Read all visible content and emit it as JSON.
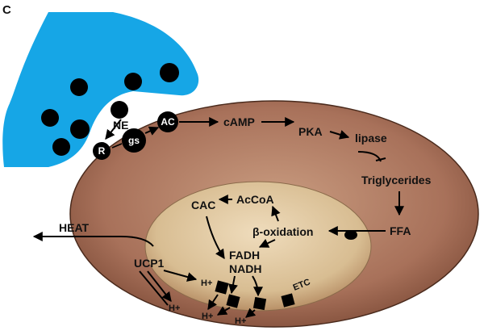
{
  "panel_letter": "C",
  "nerve": {
    "transmitter": "NE"
  },
  "receptor_chain": {
    "receptor": "R",
    "g_protein": "gs",
    "cyclase": "AC"
  },
  "signaling": {
    "camp": "cAMP",
    "pka": "PKA",
    "lipase": "lipase",
    "triglycerides": "Triglycerides",
    "ffa": "FFA"
  },
  "mitochondrion": {
    "beta_oxidation": "β-oxidation",
    "acetyl_coa": "AcCoA",
    "cac": "CAC",
    "fadh": "FADH",
    "nadh": "NADH",
    "etc": "ETC",
    "ucp1": "UCP1",
    "proton": "H+",
    "heat": "HEAT"
  },
  "colors": {
    "nerve_terminal": "#16a6e6",
    "cell": "#8b5a43",
    "mitochondrion": "#dcc49b",
    "black": "#000000"
  }
}
